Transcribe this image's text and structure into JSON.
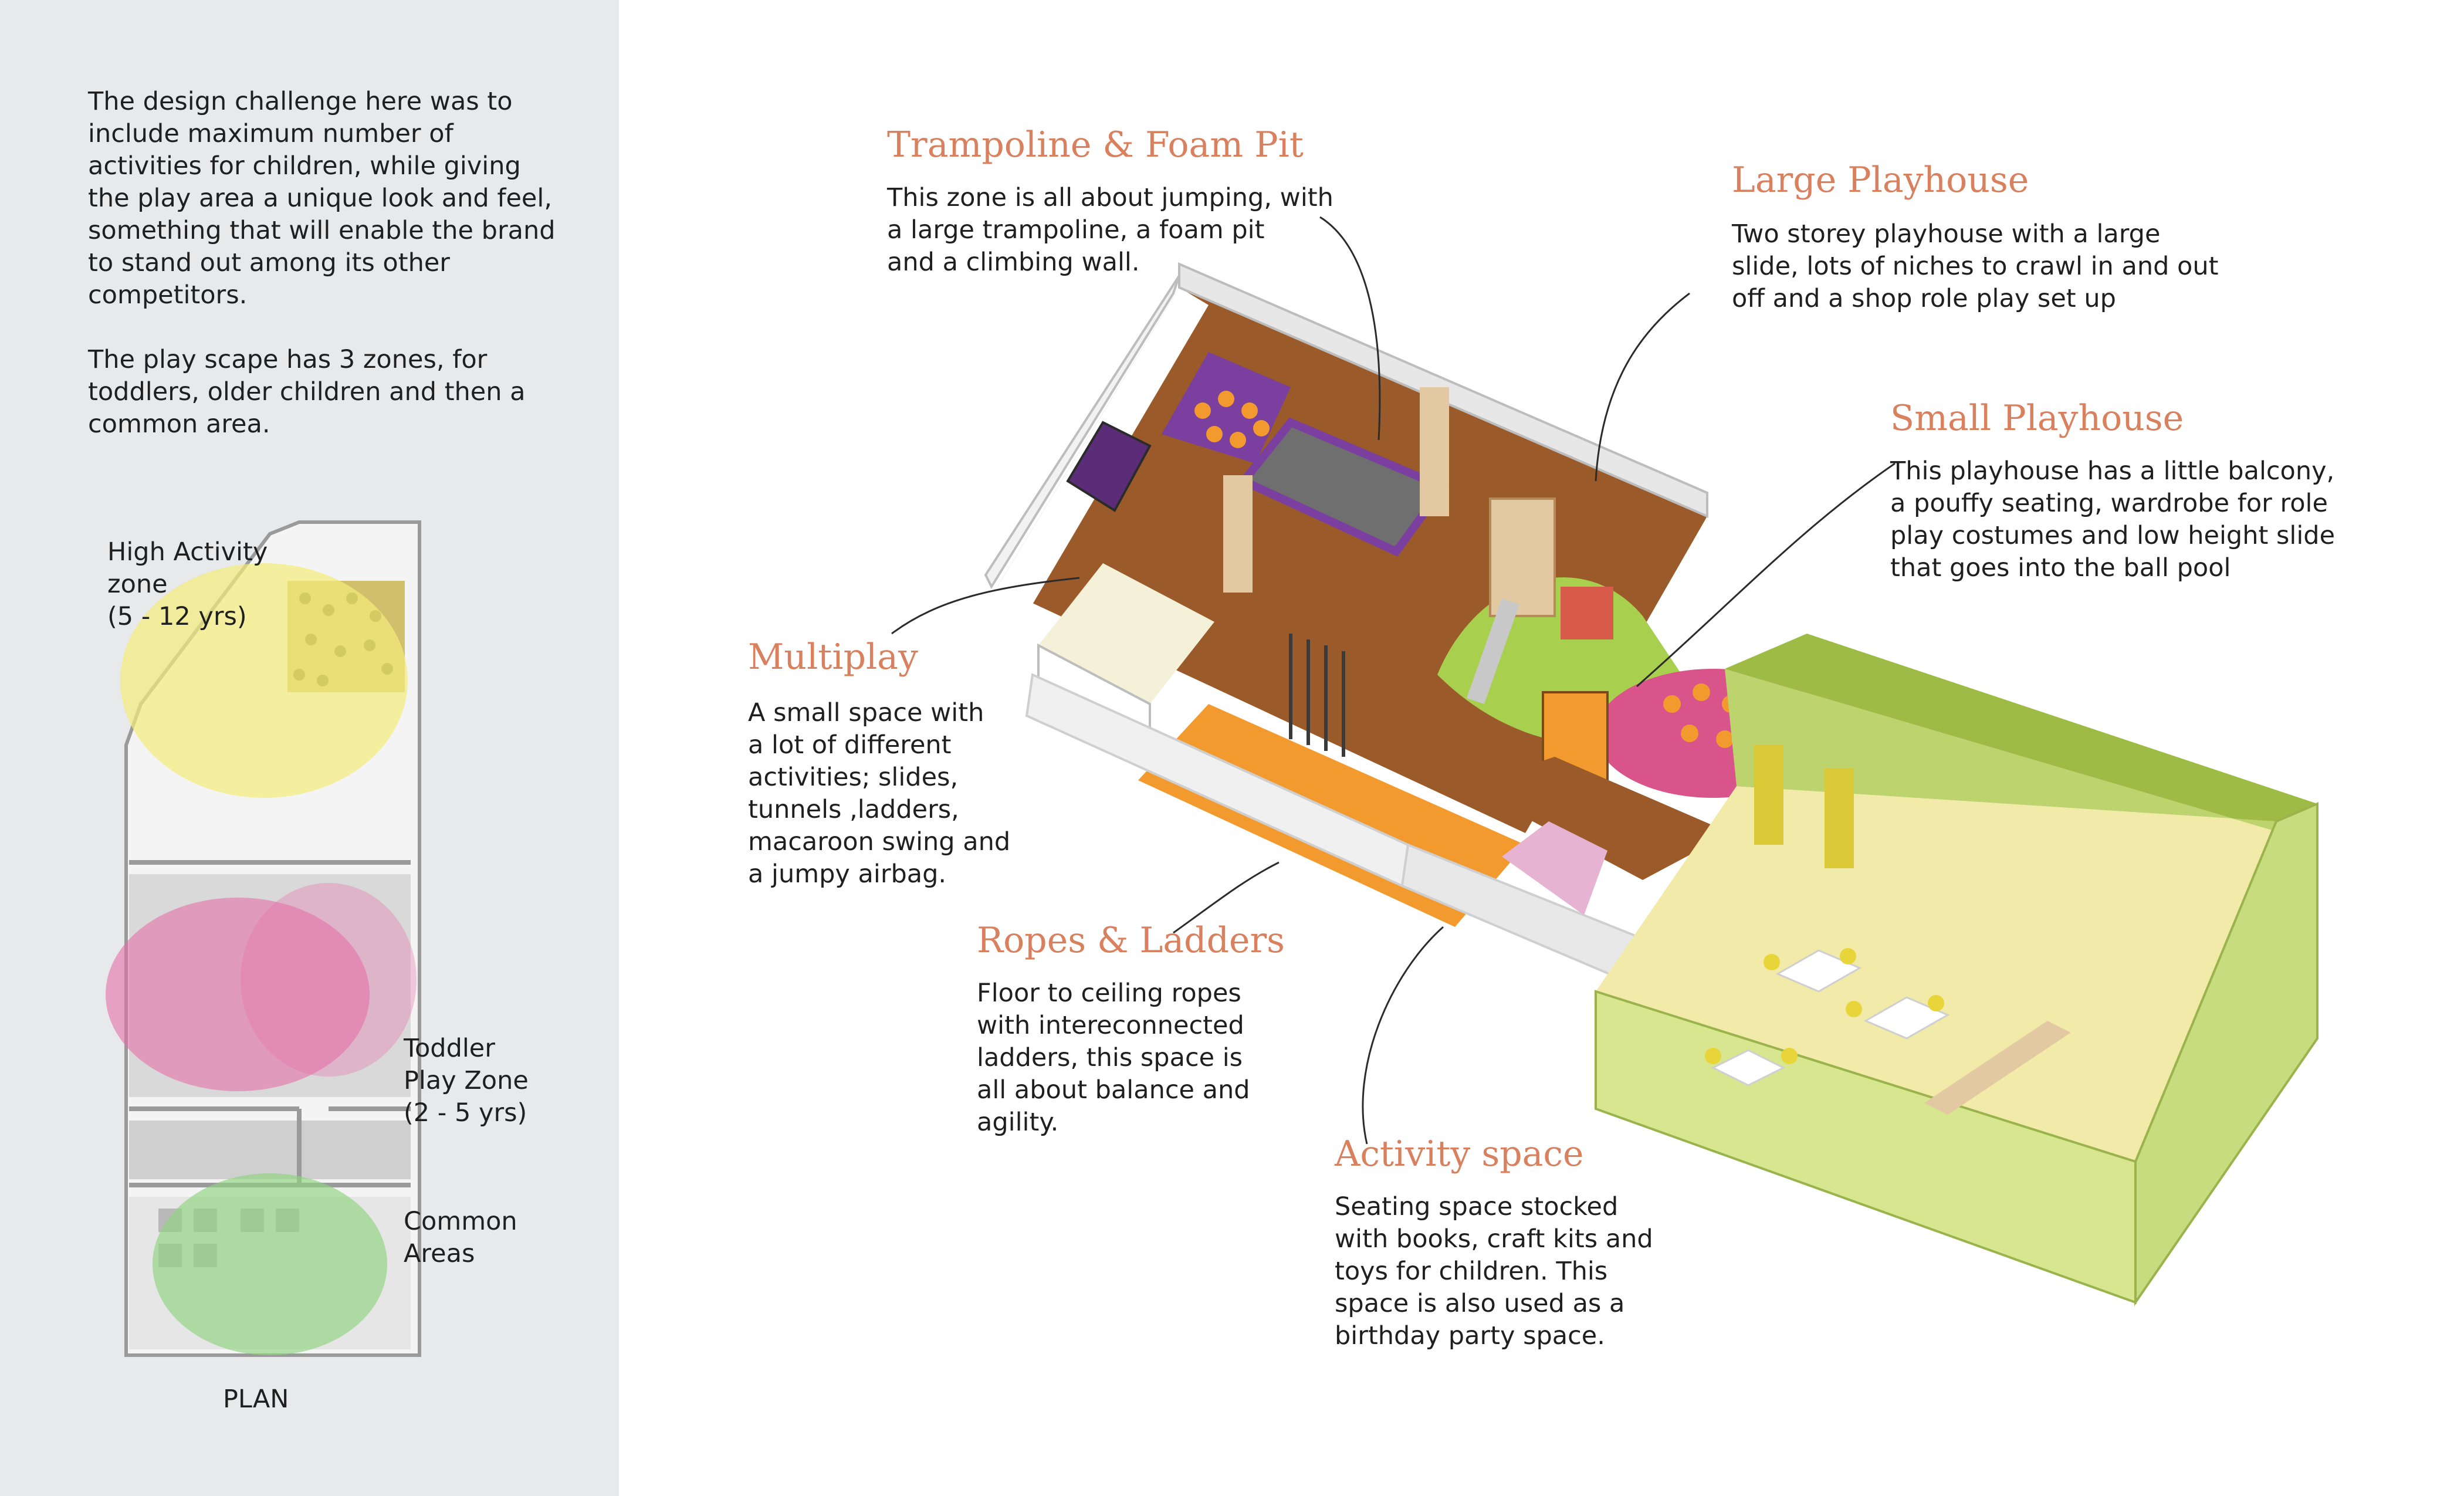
{
  "intro": {
    "paragraph1": "The design challenge here was to include maximum number of activities for children, while giving the play area a unique look and feel, something that will enable the brand to stand out among its other competitors.",
    "paragraph2": "The play scape has 3 zones, for toddlers, older children and then a common area."
  },
  "plan": {
    "caption": "PLAN",
    "zones": [
      {
        "label": "High Activity\nzone\n(5 - 12 yrs)",
        "color": "#f3ec7a"
      },
      {
        "label": "Toddler\nPlay Zone\n(2 - 5 yrs)",
        "color": "#e56fa8"
      },
      {
        "label": "Common\nAreas",
        "color": "#8fd27f"
      }
    ]
  },
  "callouts": [
    {
      "title": "Trampoline & Foam Pit",
      "text": "This zone is all about jumping, with\na large trampoline, a foam pit\nand a climbing wall."
    },
    {
      "title": "Large Playhouse",
      "text": "Two storey playhouse with a large\nslide, lots of niches to crawl in and out\noff and a shop role play set up"
    },
    {
      "title": "Small Playhouse",
      "text": "This playhouse has a little balcony,\na pouffy seating, wardrobe for role\nplay costumes and  low height slide\nthat goes into the ball pool"
    },
    {
      "title": "Multiplay",
      "text": "A small space with\na lot of different\nactivities; slides,\ntunnels ,ladders,\nmacaroon swing and\na jumpy airbag."
    },
    {
      "title": "Ropes & Ladders",
      "text": "Floor to ceiling ropes\nwith intereconnected\nladders, this space is\nall about balance and\nagility."
    },
    {
      "title": "Activity space",
      "text": "Seating space stocked\nwith books, craft kits and\ntoys for children. This\nspace is also used as a\nbirthday party space."
    }
  ],
  "colors": {
    "accent_title": "#d9805f",
    "sidebar_bg": "#e8e9eb",
    "purple": "#7b3fa0",
    "wood": "#b5713b",
    "lime": "#b9d36a",
    "orange": "#f39a2e",
    "pink": "#d8548a"
  }
}
